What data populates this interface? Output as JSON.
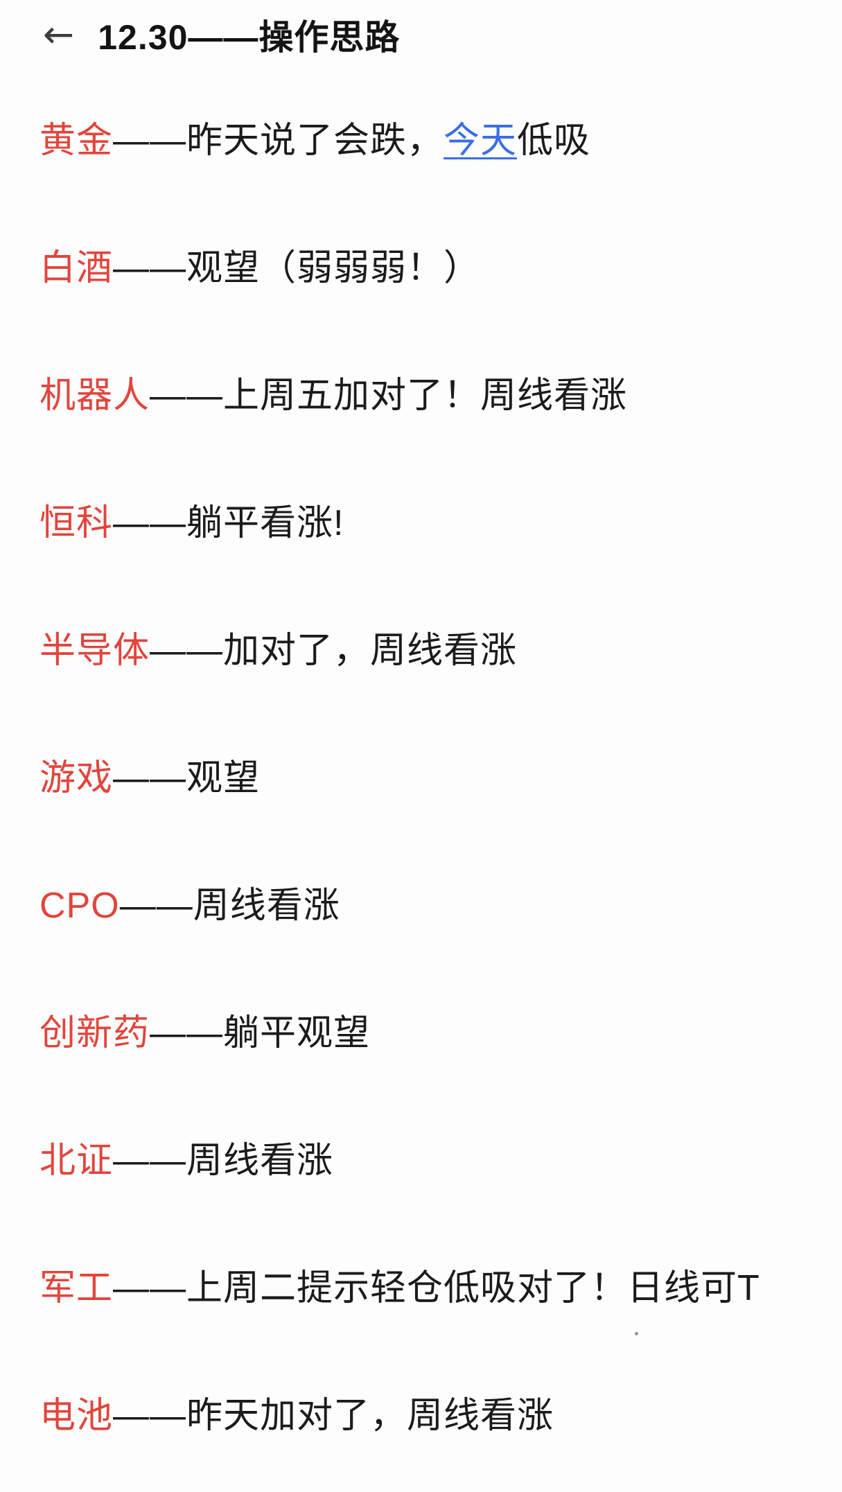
{
  "header": {
    "back_icon": "←",
    "title": "12.30——操作思路"
  },
  "dash": "——",
  "colors": {
    "topic_red": "#e1453c",
    "link_blue": "#3a6ee8",
    "text_black": "#1b1b1b",
    "background": "#fdfdfd"
  },
  "items": [
    {
      "label": "黄金",
      "text_before_link": "昨天说了会跌，",
      "link_text": "今天",
      "text_after_link": "低吸"
    },
    {
      "label": "白酒",
      "text": "观望（弱弱弱！）"
    },
    {
      "label": "机器人",
      "text": "上周五加对了！周线看涨"
    },
    {
      "label": "恒科",
      "text": "躺平看涨!"
    },
    {
      "label": "半导体",
      "text": "加对了，周线看涨"
    },
    {
      "label": "游戏",
      "text": "观望"
    },
    {
      "label": "CPO",
      "text": "周线看涨"
    },
    {
      "label": "创新药",
      "text": "躺平观望"
    },
    {
      "label": "北证",
      "text": "周线看涨"
    },
    {
      "label": "军工",
      "text": "上周二提示轻仓低吸对了！日线可T"
    },
    {
      "label": "电池",
      "text": "昨天加对了，周线看涨"
    }
  ]
}
